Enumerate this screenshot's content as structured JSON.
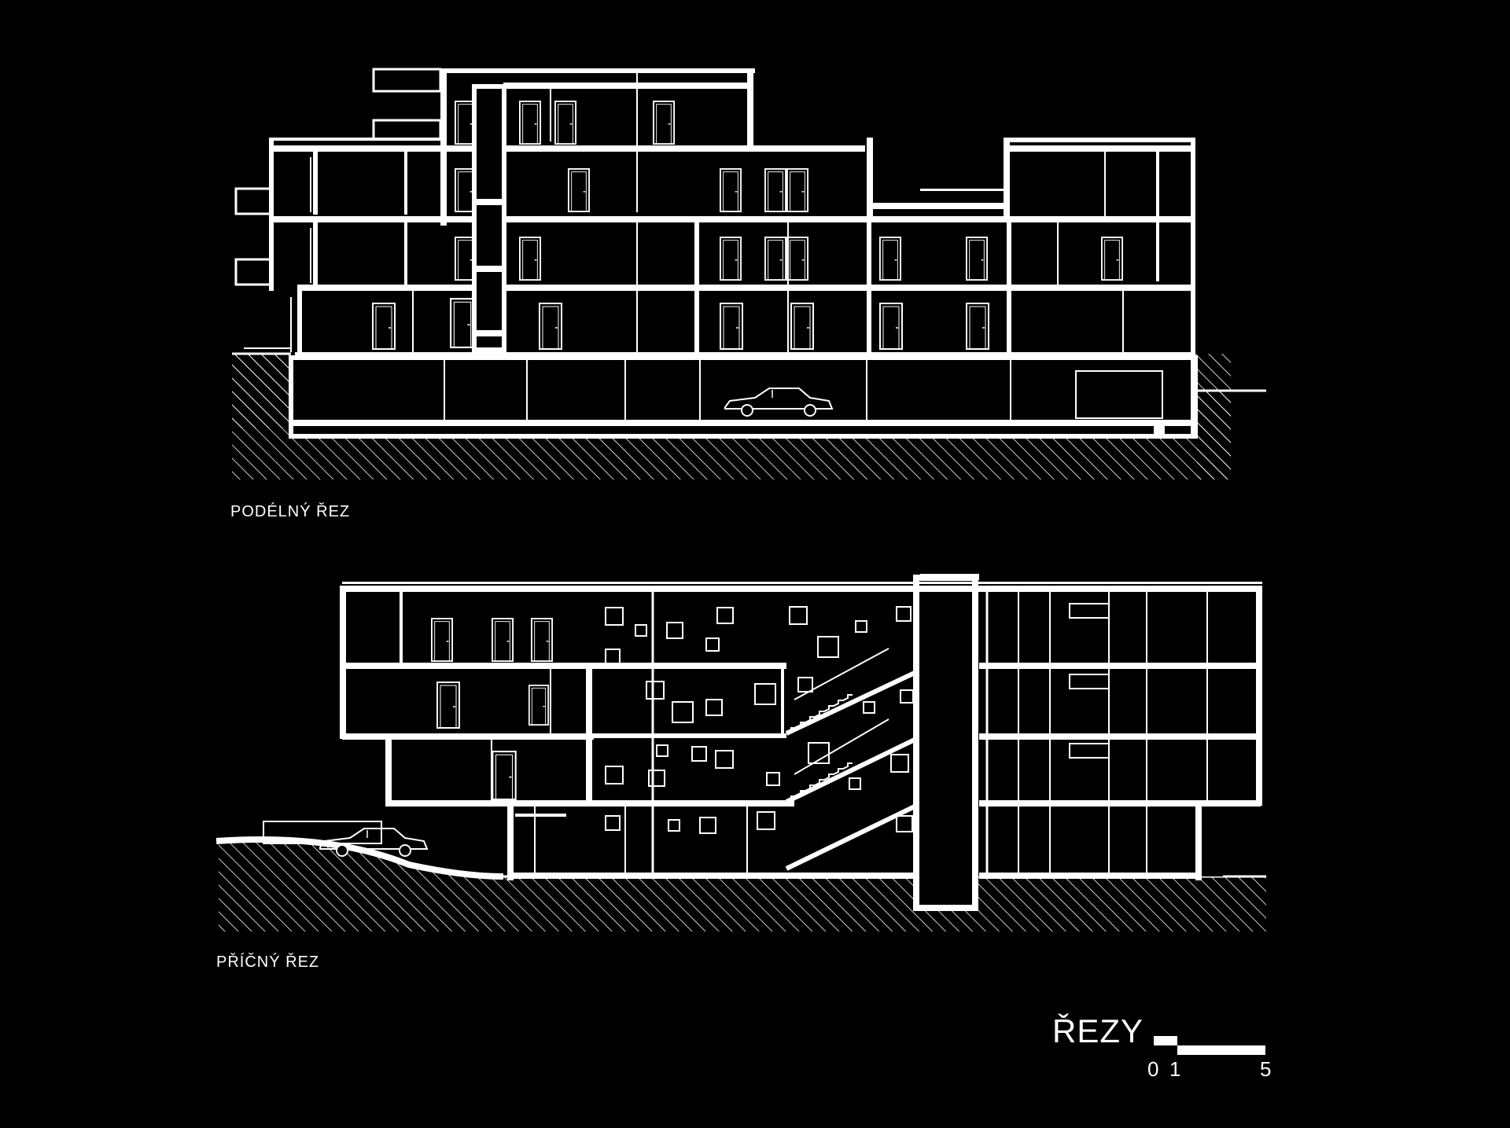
{
  "labels": {
    "longitudinal": "PODÉLNÝ ŘEZ",
    "transverse": "PŘÍČNÝ ŘEZ",
    "sheet_title": "ŘEZY"
  },
  "scale_bar": {
    "ticks": [
      "0",
      "1",
      "5"
    ]
  },
  "colors": {
    "background": "#000000",
    "lines": "#ffffff"
  }
}
